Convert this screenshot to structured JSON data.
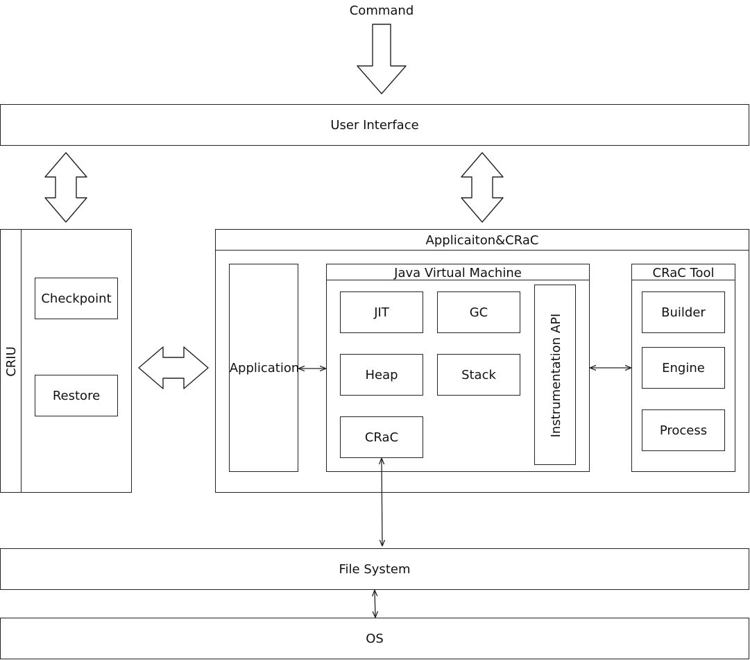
{
  "command": "Command",
  "user_interface": "User Interface",
  "criu": {
    "title": "CRIU",
    "checkpoint": "Checkpoint",
    "restore": "Restore"
  },
  "app_crac": {
    "title": "Applicaiton&CRaC",
    "application": "Application",
    "jvm": {
      "title": "Java Virtual Machine",
      "jit": "JIT",
      "gc": "GC",
      "heap": "Heap",
      "stack": "Stack",
      "crac": "CRaC",
      "instrumentation": "Instrumentation API"
    },
    "tool": {
      "title": "CRaC Tool",
      "builder": "Builder",
      "engine": "Engine",
      "process": "Process"
    }
  },
  "file_system": "File System",
  "os": "OS"
}
